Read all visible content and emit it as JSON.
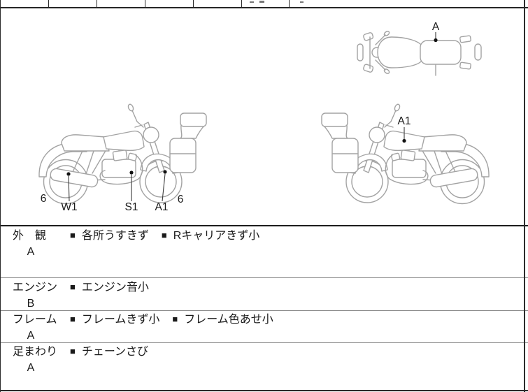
{
  "diagram_labels": {
    "top_view_mark": "A",
    "left_rear_wheel_grade": "6",
    "mark_w1": "W1",
    "mark_s1": "S1",
    "mark_a1_left": "A1",
    "left_front_wheel_grade": "6",
    "mark_a1_right": "A1"
  },
  "note_bullet": "■",
  "inspection_rows": [
    {
      "category": "外　観",
      "grade": "A",
      "notes": [
        "各所うすきず",
        "Rキャリアきず小"
      ]
    },
    {
      "category": "エンジン",
      "grade": "B",
      "notes": [
        "エンジン音小"
      ]
    },
    {
      "category": "フレーム",
      "grade": "A",
      "notes": [
        "フレームきず小",
        "フレーム色あせ小"
      ]
    },
    {
      "category": "足まわり",
      "grade": "A",
      "notes": [
        "チェーンさび"
      ]
    }
  ],
  "colors": {
    "line_art": "#a3a3a3",
    "marker_dot": "#111111",
    "border_dark": "#262626",
    "row_divider": "#8a8a8a"
  }
}
